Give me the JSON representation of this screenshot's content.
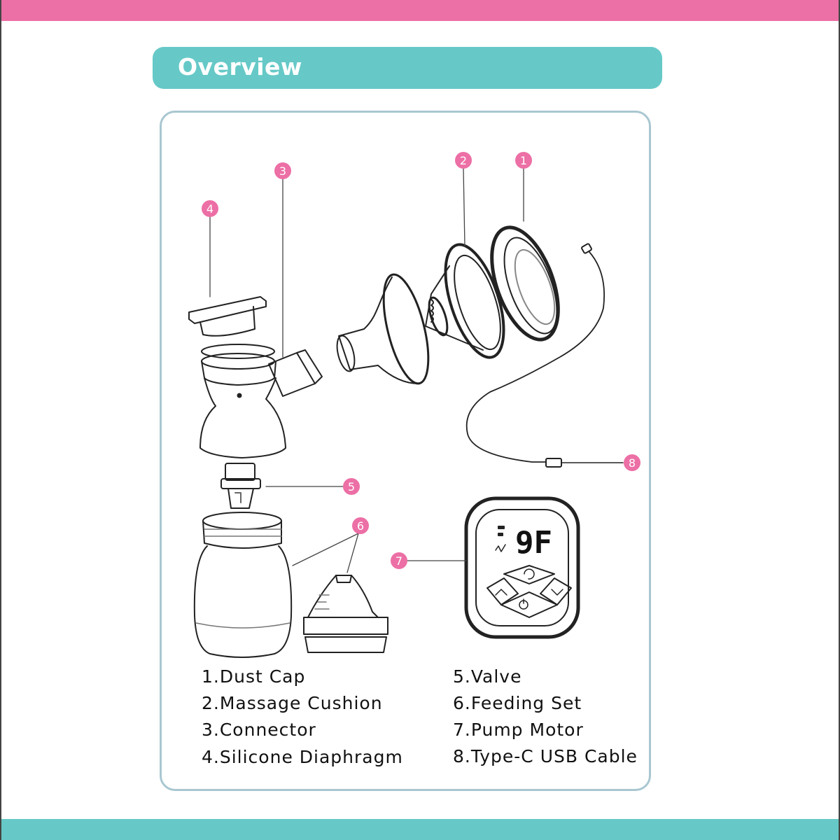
{
  "header": {
    "title": "Overview"
  },
  "colors": {
    "accent_pink": "#ec6fa5",
    "accent_teal": "#66c9c7",
    "panel_border": "#a9c7d1"
  },
  "callouts": [
    "1",
    "2",
    "3",
    "4",
    "5",
    "6",
    "7",
    "8"
  ],
  "display": {
    "digits": "9F"
  },
  "legend": [
    "1.Dust Cap",
    "2.Massage Cushion",
    "3.Connector",
    "4.Silicone Diaphragm",
    "5.Valve",
    "6.Feeding Set",
    "7.Pump Motor",
    "8.Type-C USB Cable"
  ]
}
